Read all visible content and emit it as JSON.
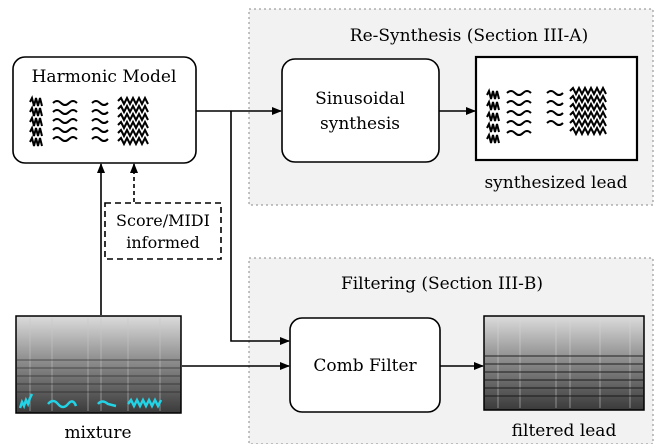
{
  "resynthesis_group": {
    "title": "Re-Synthesis (Section III-A)"
  },
  "filtering_group": {
    "title": "Filtering (Section III-B)"
  },
  "harmonic_model": {
    "label": "Harmonic Model"
  },
  "sinusoidal_synthesis": {
    "line1": "Sinusoidal",
    "line2": "synthesis"
  },
  "synthesized_lead": {
    "caption": "synthesized lead"
  },
  "score_midi": {
    "line1": "Score/MIDI",
    "line2": "informed"
  },
  "comb_filter": {
    "label": "Comb Filter"
  },
  "mixture": {
    "caption": "mixture"
  },
  "filtered_lead": {
    "caption": "filtered lead"
  },
  "colors": {
    "pitch_contour": "#22d3e6",
    "group_background": "#f2f2f2",
    "group_border": "#888888"
  }
}
